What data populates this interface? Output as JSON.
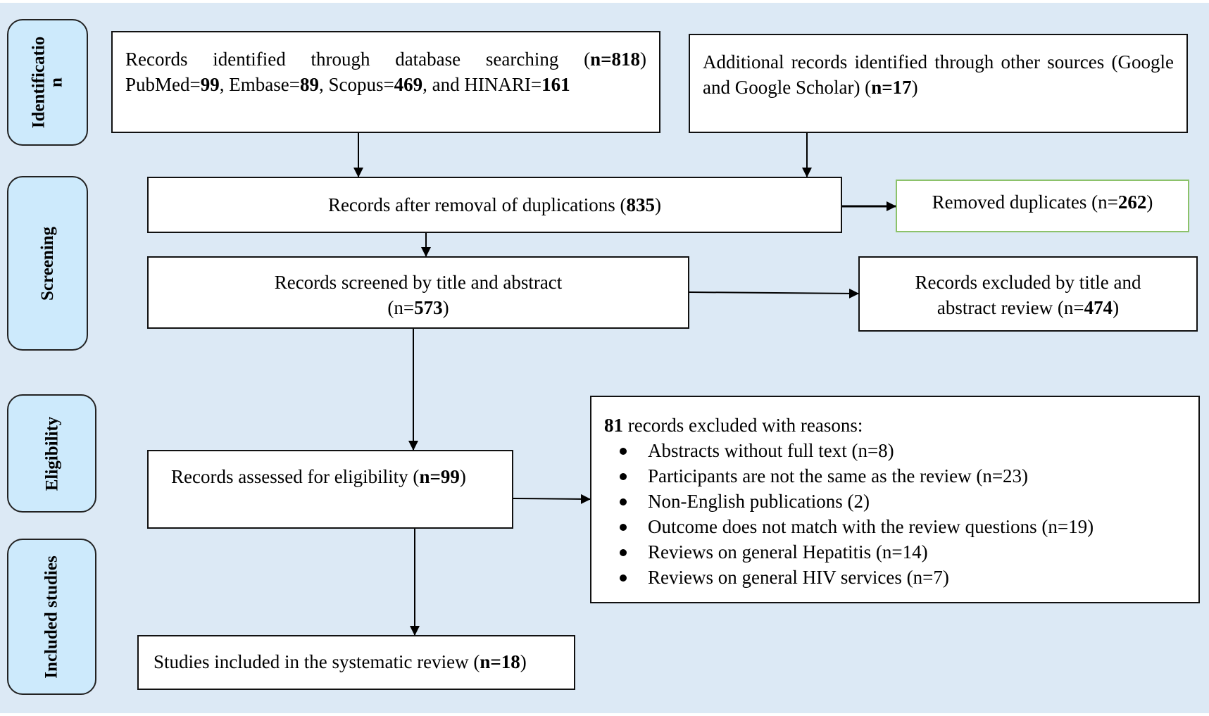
{
  "stages": {
    "identification": "Identificatio n",
    "screening": "Screening",
    "eligibility": "Eligibility",
    "included": "Included studies"
  },
  "boxes": {
    "database": {
      "line1": "Records identified through database searching (",
      "n": "n=818",
      "line1_end": ")",
      "pubmed_label": "PubMed=",
      "pubmed": "99",
      "embase_label": ", Embase=",
      "embase": "89",
      "scopus_label": ", Scopus=",
      "scopus": "469",
      "hinari_label": ", and HINARI=",
      "hinari": "161"
    },
    "other_sources": {
      "text": "Additional records identified through other sources (Google and Google Scholar) (",
      "n": "n=17",
      "end": ")"
    },
    "after_duplicates": {
      "text": "Records after removal of duplications (",
      "n": "835",
      "end": ")"
    },
    "removed_duplicates": {
      "text": "Removed duplicates (n=",
      "n": "262",
      "end": ")"
    },
    "screened": {
      "line1": "Records screened by title and abstract",
      "pre": "(n=",
      "n": "573",
      "end": ")"
    },
    "excluded_title": {
      "line1": "Records excluded by title and",
      "pre": "abstract review (n=",
      "n": "474",
      "end": ")"
    },
    "assessed": {
      "text": "Records assessed for eligibility (",
      "n": "n=99",
      "end": ")"
    },
    "excluded_reasons": {
      "count": "81",
      "title": " records excluded with reasons:",
      "reasons": [
        "Abstracts without full text (n=8)",
        "Participants are not the same as the review (n=23)",
        "Non-English publications (2)",
        "Outcome does not match with the review questions (n=19)",
        "Reviews on general Hepatitis (n=14)",
        "Reviews on general HIV services (n=7)"
      ]
    },
    "included": {
      "text": "Studies included in the systematic review (",
      "n": "n=18",
      "end": ")"
    }
  }
}
